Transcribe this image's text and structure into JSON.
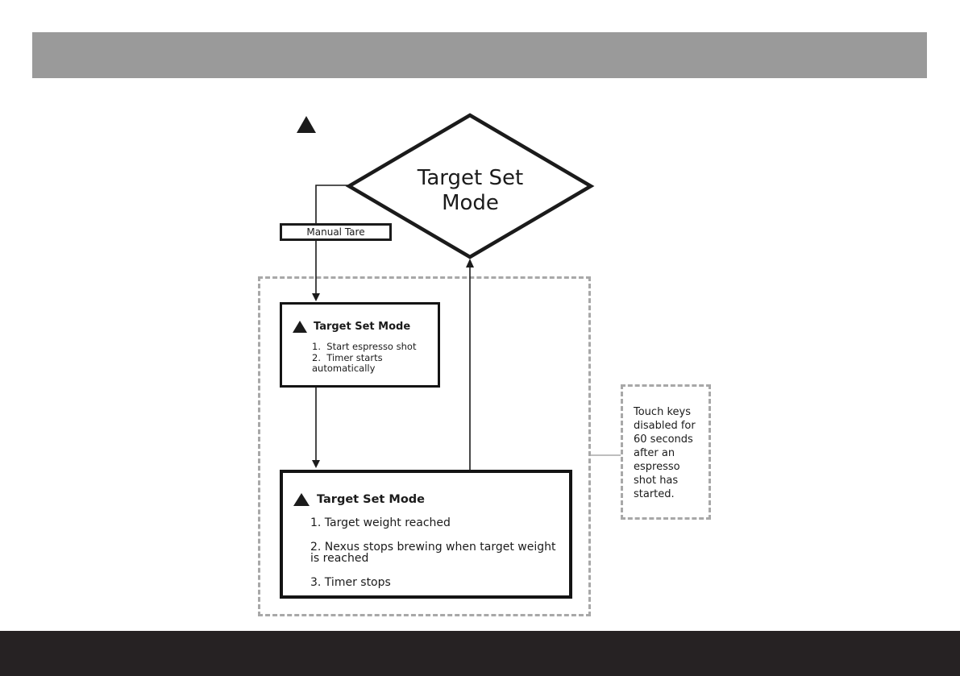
{
  "colors": {
    "header_bar": "#9a9a9a",
    "footer_bar": "#262223",
    "line": "#1b1b1b",
    "dashed_border": "#a8a8a8"
  },
  "diamond": {
    "label": "Target Set Mode"
  },
  "manual_tare": {
    "label": "Manual Tare"
  },
  "flow_box_1": {
    "title": "Target Set Mode",
    "items": [
      {
        "lines": [
          "1.  Start espresso shot"
        ]
      },
      {
        "lines": [
          "2.  Timer starts",
          "automatically"
        ]
      }
    ]
  },
  "flow_box_2": {
    "title": "Target Set Mode",
    "items": [
      {
        "lines": [
          "1. Target weight reached"
        ]
      },
      {
        "lines": [
          "2. Nexus stops brewing when target weight",
          "is reached"
        ]
      },
      {
        "lines": [
          "3. Timer stops"
        ]
      }
    ]
  },
  "note": {
    "text": "Touch keys disabled for 60 seconds after an espresso shot has started."
  }
}
